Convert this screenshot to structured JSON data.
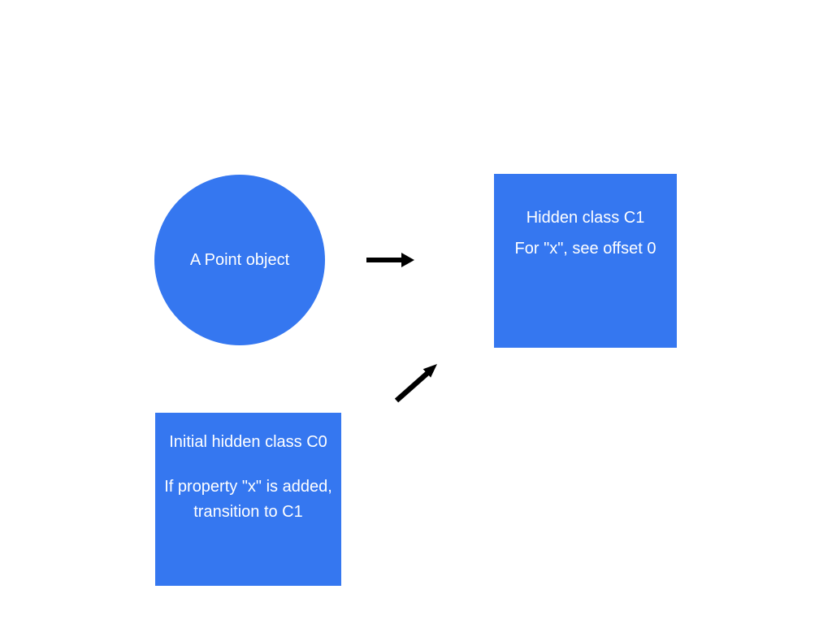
{
  "colors": {
    "background": "#ffffff",
    "node_fill": "#3577f0",
    "node_text": "#ffffff",
    "arrow": "#000000"
  },
  "diagram": {
    "point_object": {
      "label": "A Point object"
    },
    "hidden_class_c1": {
      "line1": "Hidden class C1",
      "line2": "For \"x\", see offset 0"
    },
    "initial_class_c0": {
      "line1": "Initial hidden class C0",
      "line2": "If property \"x\" is added,",
      "line3": "transition to C1"
    },
    "arrows": [
      {
        "name": "arrow-right",
        "from": "point-object",
        "to": "hidden-class-c1"
      },
      {
        "name": "arrow-up-right",
        "from": "initial-class-c0",
        "to": "hidden-class-c1"
      }
    ]
  }
}
